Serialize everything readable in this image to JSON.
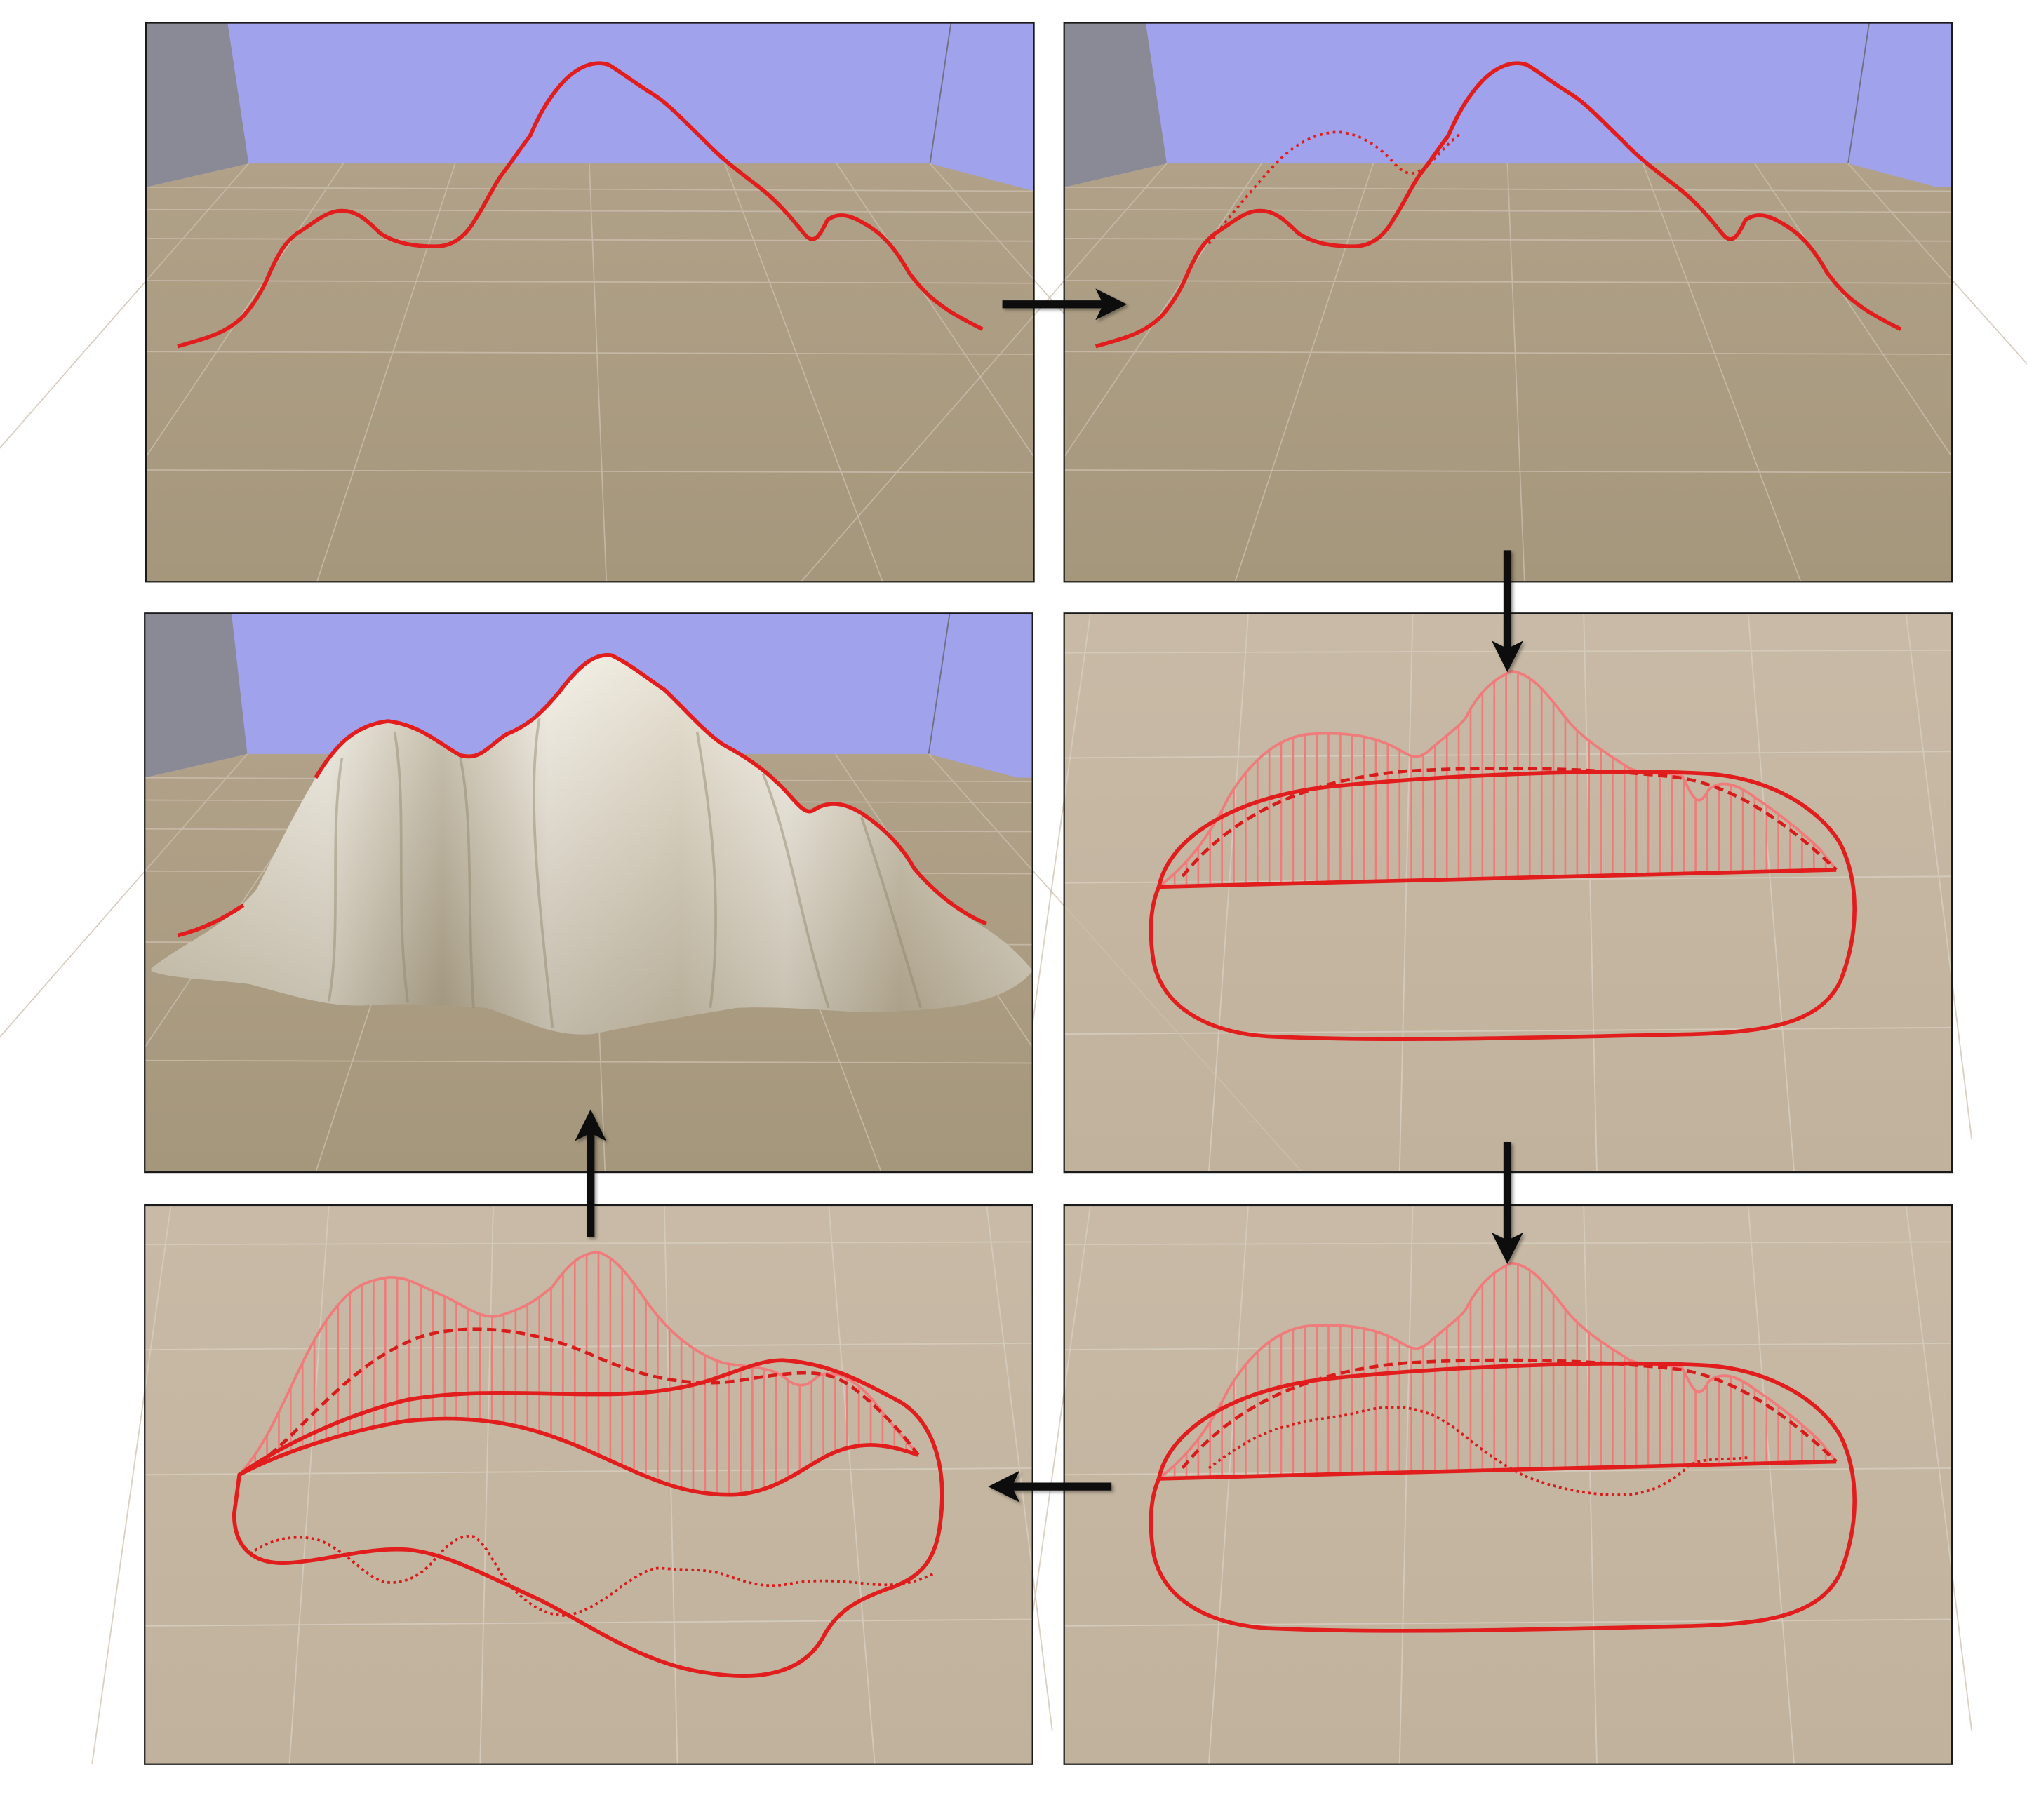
{
  "figure": {
    "background": "#ffffff",
    "colors": {
      "sky": "#a1a2ec",
      "wall": "#8a8a96",
      "ground_far": "#ab9c83",
      "ground_near": "#a79a80",
      "ground_top": "#c2b4a0",
      "grid": "#d2c8b8",
      "stroke": "#e21d1d",
      "hatch": "#f07b7b",
      "mountain_light": "#ece6d6",
      "mountain_shade": "#a99f85",
      "frame": "#1a1a1a",
      "arrow": "#111111"
    },
    "panels": [
      {
        "id": "sketch-silhouette",
        "view": "perspective",
        "contents": [
          "silhouette-stroke"
        ]
      },
      {
        "id": "oversketch-silhouette",
        "view": "perspective",
        "contents": [
          "silhouette-stroke",
          "old-stroke-dotted"
        ]
      },
      {
        "id": "top-view-region",
        "view": "top",
        "contents": [
          "boundary-loop",
          "hatched-profile",
          "dashed-spine"
        ]
      },
      {
        "id": "top-view-region-edit",
        "view": "top",
        "contents": [
          "boundary-loop",
          "hatched-profile",
          "dashed-spine",
          "new-stroke-dotted"
        ]
      },
      {
        "id": "top-view-deformed",
        "view": "top",
        "contents": [
          "deformed-loop",
          "hatched-profile",
          "dashed-spine",
          "old-stroke-dotted"
        ]
      },
      {
        "id": "result-terrain",
        "view": "perspective",
        "contents": [
          "mountain-terrain",
          "silhouette-stroke"
        ]
      }
    ],
    "arrows": [
      {
        "from": "sketch-silhouette",
        "to": "oversketch-silhouette",
        "direction": "right"
      },
      {
        "from": "oversketch-silhouette",
        "to": "top-view-region",
        "direction": "down"
      },
      {
        "from": "top-view-region",
        "to": "top-view-region-edit",
        "direction": "down"
      },
      {
        "from": "top-view-region-edit",
        "to": "top-view-deformed",
        "direction": "left"
      },
      {
        "from": "top-view-deformed",
        "to": "result-terrain",
        "direction": "up"
      }
    ]
  }
}
